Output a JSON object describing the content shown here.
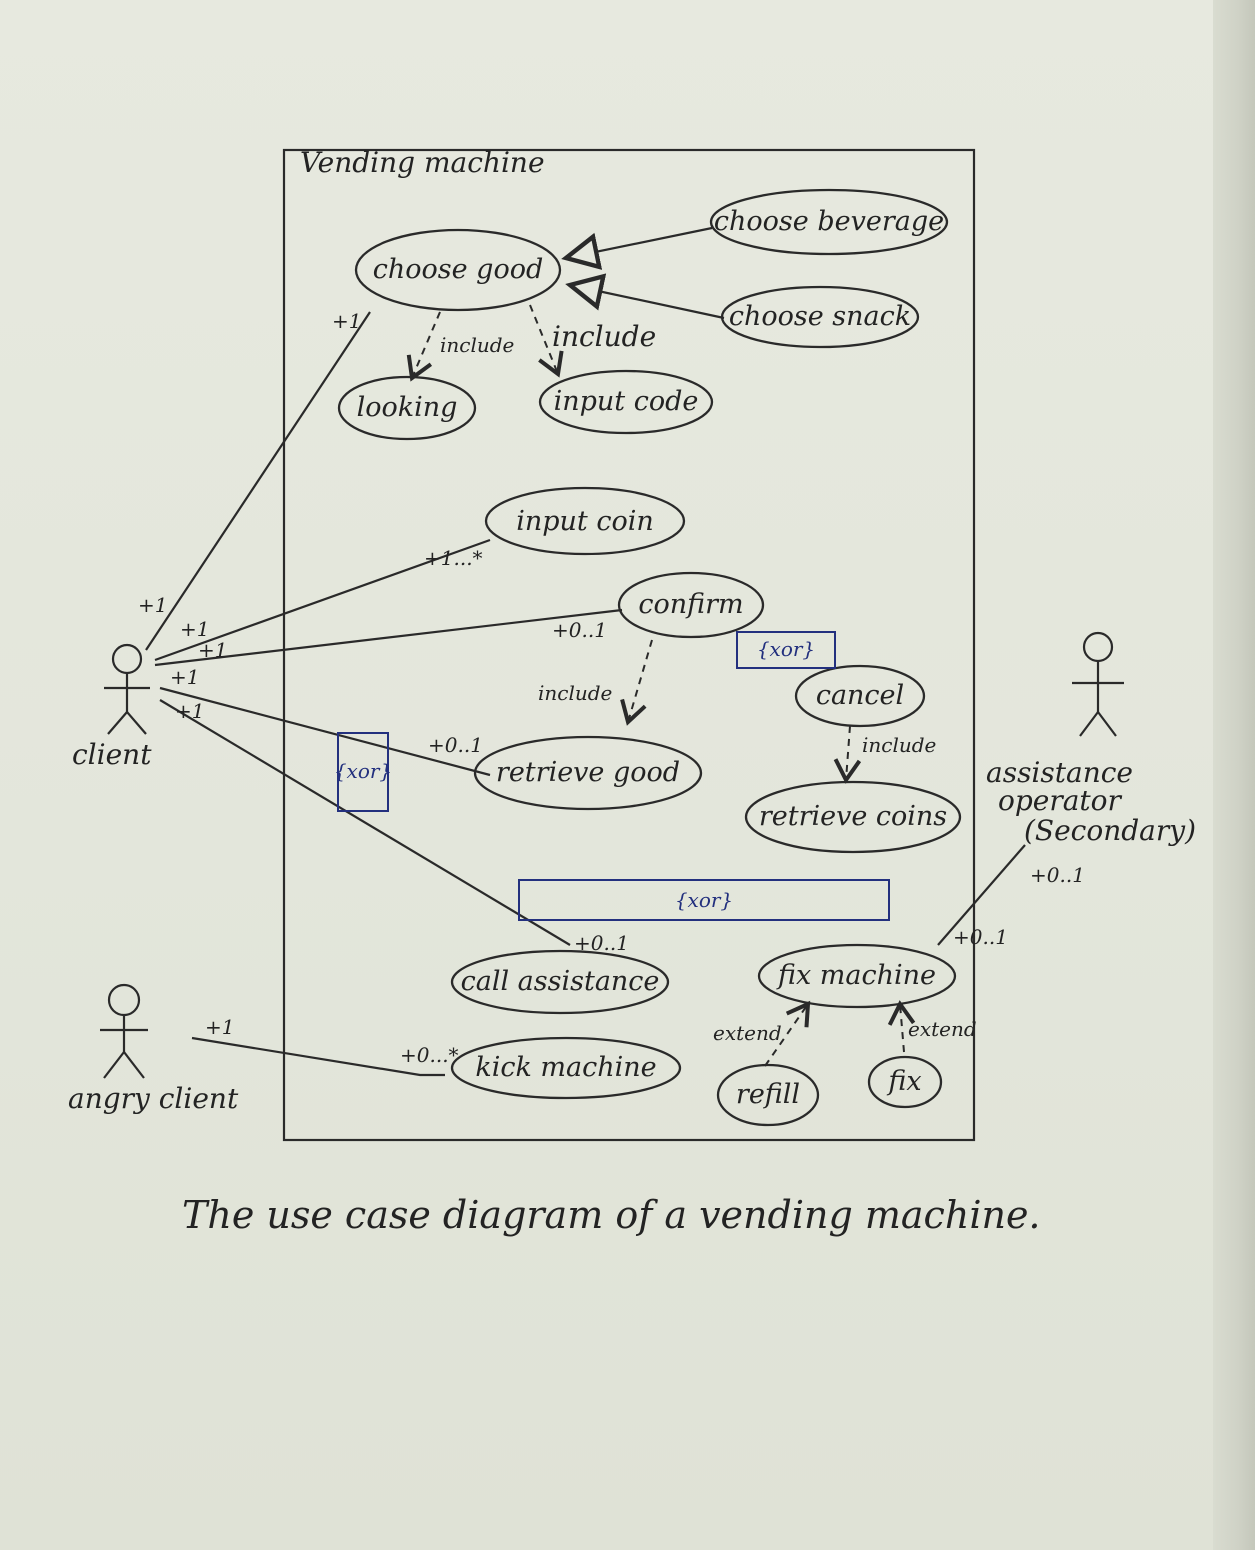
{
  "system": {
    "title": "Vending machine"
  },
  "actors": {
    "client": "client",
    "angry_client": "angry client",
    "assistance_operator": [
      "assistance",
      "operator",
      "(Secondary)"
    ]
  },
  "use_cases": {
    "choose_good": "choose good",
    "choose_beverage": "choose beverage",
    "choose_snack": "choose snack",
    "looking": "looking",
    "input_code": "input code",
    "input_coin": "input coin",
    "confirm": "confirm",
    "cancel": "cancel",
    "retrieve_good": "retrieve good",
    "retrieve_coins": "retrieve coins",
    "call_assistance": "call assistance",
    "fix_machine": "fix machine",
    "kick_machine": "kick machine",
    "refill": "refill",
    "fix": "fix"
  },
  "relation_labels": {
    "include_looking": "include",
    "include_input_code": "include",
    "include_retrieve_good": "include",
    "include_retrieve_coins": "include",
    "extend_refill": "extend",
    "extend_fix": "extend"
  },
  "multiplicities": {
    "choose_good_end": "+1",
    "client_choose_good": "+1",
    "client_input_coin": "+1",
    "input_coin_end": "+1...*",
    "client_confirm": "+1",
    "confirm_end": "+0..1",
    "client_retrieve_good": "+1",
    "retrieve_good_end": "+0..1",
    "client_call_assistance": "+1",
    "call_assistance_end": "+0..1",
    "operator_end": "+0..1",
    "fix_machine_end": "+0..1",
    "angry_client_end": "+1",
    "kick_machine_end": "+0...*"
  },
  "constraints": {
    "xor_confirm_cancel": "{xor}",
    "xor_client_lines": "{xor}",
    "xor_assistance": "{xor}"
  },
  "caption": "The use case diagram of a vending machine."
}
